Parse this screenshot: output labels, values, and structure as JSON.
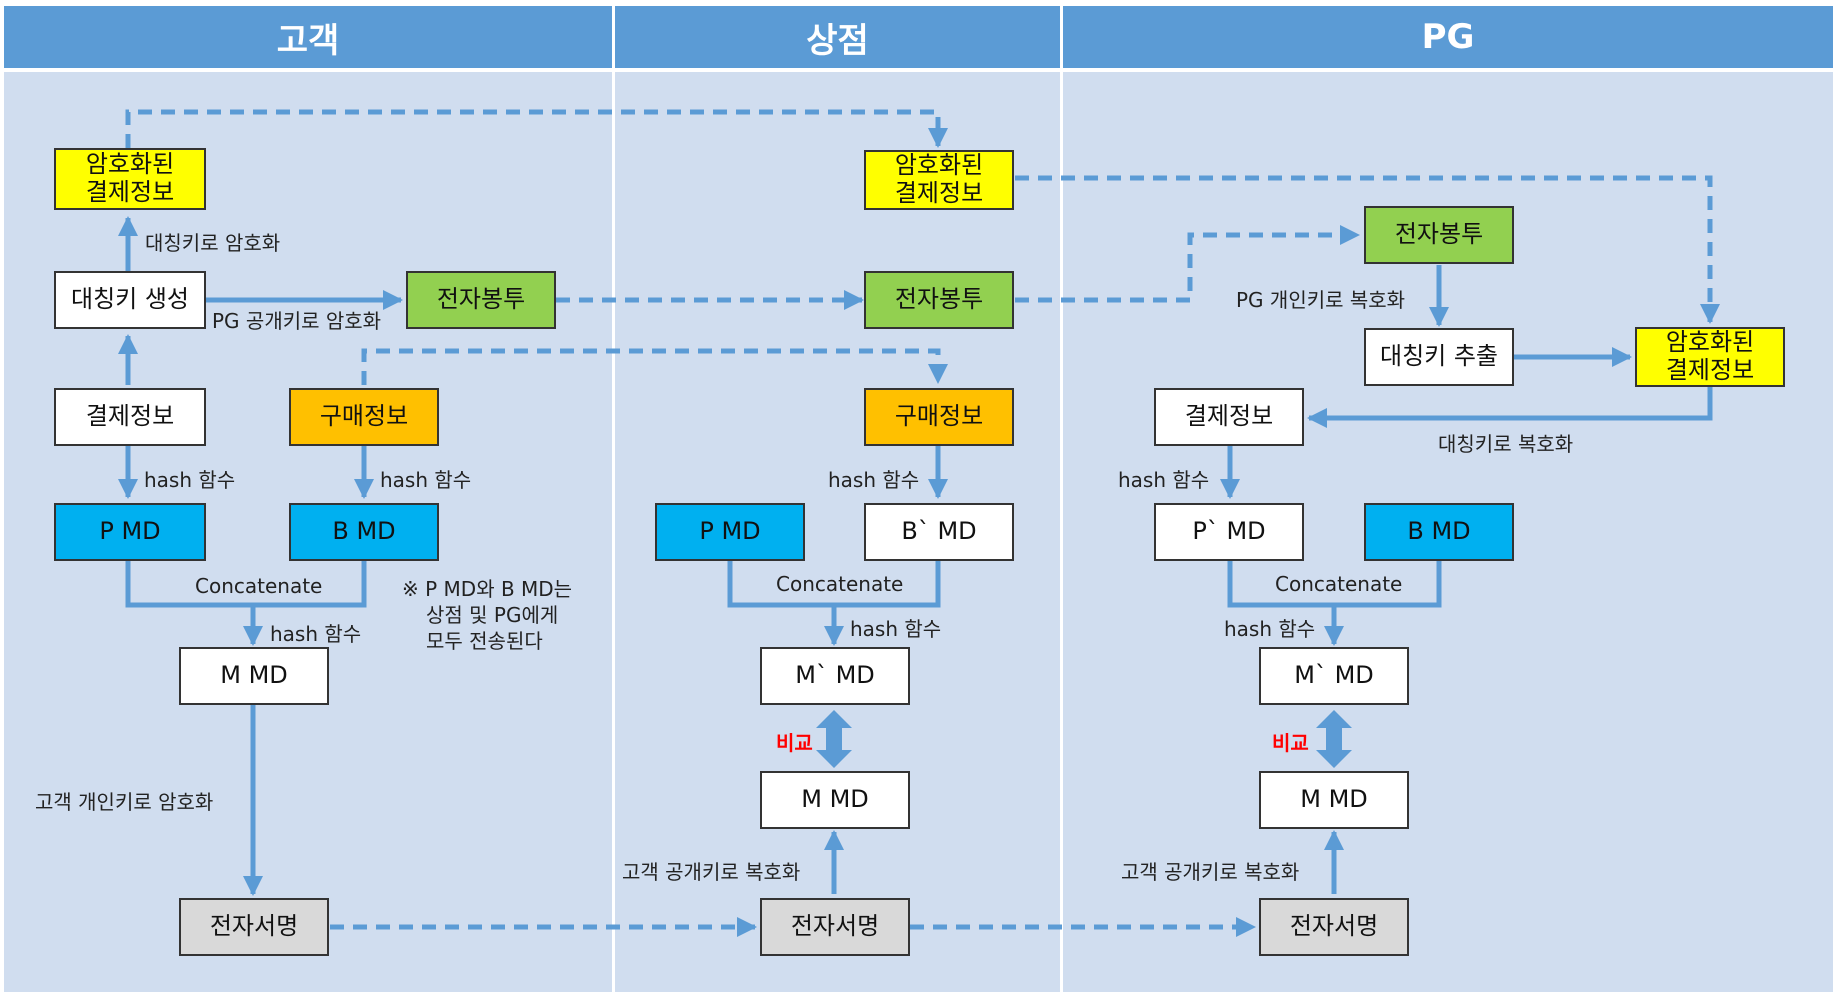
{
  "headers": {
    "customer": "고객",
    "merchant": "상점",
    "pg": "PG"
  },
  "boxes": {
    "c_encinfo": "암호화된\n결제정보",
    "c_symkey": "대칭키 생성",
    "c_envelope": "전자봉투",
    "c_payinfo": "결제정보",
    "c_purchase": "구매정보",
    "c_pmd": "P MD",
    "c_bmd": "B MD",
    "c_mmd": "M MD",
    "c_sig": "전자서명",
    "m_encinfo": "암호화된\n결제정보",
    "m_envelope": "전자봉투",
    "m_purchase": "구매정보",
    "m_pmd": "P MD",
    "m_bmd": "B` MD",
    "m_mmd1": "M` MD",
    "m_mmd2": "M MD",
    "m_sig": "전자서명",
    "p_envelope": "전자봉투",
    "p_symkey": "대칭키 추출",
    "p_encinfo": "암호화된\n결제정보",
    "p_payinfo": "결제정보",
    "p_pmd": "P` MD",
    "p_bmd": "B MD",
    "p_mmd1": "M` MD",
    "p_mmd2": "M MD",
    "p_sig": "전자서명"
  },
  "labels": {
    "c_sym_encrypt": "대칭키로 암호화",
    "c_pg_pub_encrypt": "PG 공개키로 암호화",
    "c_hash1": "hash 함수",
    "c_hash2": "hash 함수",
    "c_concat": "Concatenate",
    "c_hash3": "hash 함수",
    "c_priv_encrypt": "고객 개인키로 암호화",
    "m_hash1": "hash 함수",
    "m_concat": "Concatenate",
    "m_hash2": "hash 함수",
    "m_compare": "비교",
    "m_pub_decrypt": "고객 공개키로 복호화",
    "p_pg_priv_decrypt": "PG 개인키로 복호화",
    "p_sym_decrypt": "대칭키로 복호화",
    "p_hash1": "hash 함수",
    "p_concat": "Concatenate",
    "p_hash2": "hash 함수",
    "p_compare": "비교",
    "p_pub_decrypt": "고객 공개키로 복호화"
  },
  "note": {
    "line1": "※ P MD와 B MD는",
    "line2": "상점 및 PG에게",
    "line3": "모두 전송된다"
  },
  "colors": {
    "header": "#5b9bd5",
    "lane": "#d0ddef",
    "arrow": "#5b9bd5",
    "yellow": "#ffff00",
    "green": "#92d050",
    "orange": "#ffc000",
    "blue": "#00b0f0",
    "gray": "#d9d9d9",
    "compare": "#ff0000"
  }
}
